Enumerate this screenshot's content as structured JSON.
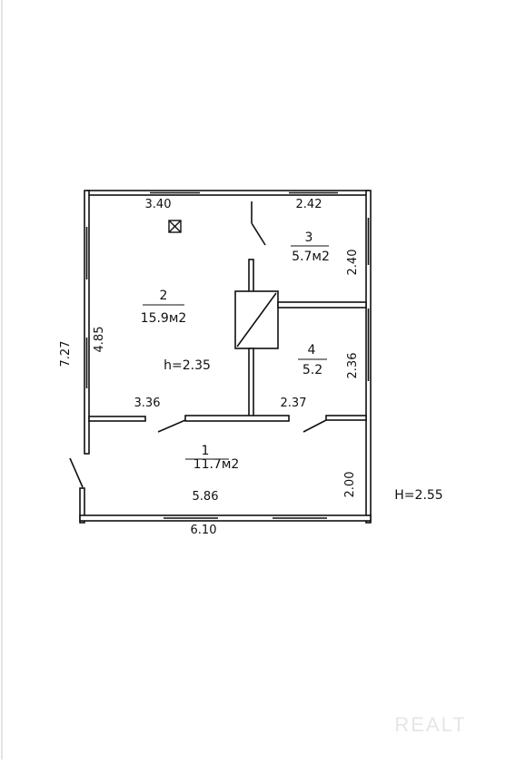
{
  "rooms": [
    {
      "number": "1",
      "area": "11.7м2"
    },
    {
      "number": "2",
      "area": "15.9м2"
    },
    {
      "number": "3",
      "area": "5.7м2"
    },
    {
      "number": "4",
      "area": "5.2"
    }
  ],
  "ceiling_height_inner": "h=2.35",
  "ceiling_height_total": "H=2.55",
  "dimensions": {
    "top_left": "3.40",
    "top_right": "2.42",
    "right_room3": "2.40",
    "right_room4": "2.36",
    "right_room1": "2.00",
    "left_outer": "7.27",
    "left_inner": "4.85",
    "partition_left": "3.36",
    "partition_right": "2.37",
    "bottom_inner": "5.86",
    "bottom_outer": "6.10"
  },
  "watermark": "REALT"
}
